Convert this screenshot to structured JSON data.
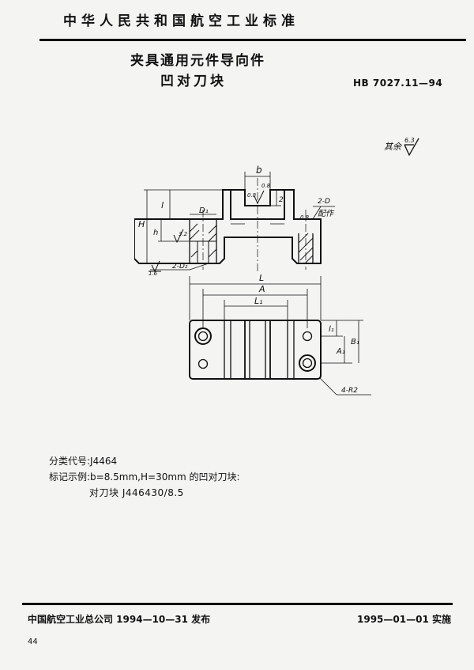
{
  "header": {
    "org": "中华人民共和国航空工业标准",
    "title_line1": "夹具通用元件导向件",
    "title_line2": "凹对刀块",
    "code": "HB 7027.11—94"
  },
  "drawing": {
    "roughness_rest_label": "其余",
    "roughness_rest_value": "6.3",
    "labels": {
      "b": "b",
      "h": "h",
      "H": "H",
      "l": "l",
      "l2": "2",
      "D1": "D₁",
      "two_D": "2-D",
      "two_D2": "2-D₂",
      "pei_zuo": "配作",
      "r08a": "0.8",
      "r08b": "0.8",
      "r32": "3.2",
      "r16": "1.6",
      "r08c": "0.8",
      "L": "L",
      "A": "A",
      "L1": "L₁",
      "A1": "A₁",
      "B1": "B₁",
      "l1": "l₁",
      "four_R2": "4-R2"
    }
  },
  "info": {
    "classification": "分类代号:J4464",
    "marking_example": "标记示例:b=8.5mm,H=30mm 的凹对刀块:",
    "sample": "对刀块   J446430/8.5"
  },
  "footer": {
    "publisher": "中国航空工业总公司 1994—10—31 发布",
    "effective": "1995—01—01 实施",
    "page": "44"
  }
}
